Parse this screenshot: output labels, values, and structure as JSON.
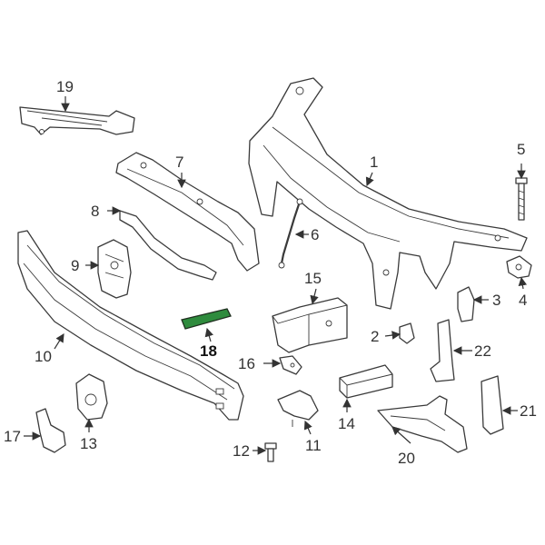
{
  "diagram": {
    "highlight_color": "#2e8b3d",
    "highlighted_part": "18",
    "labels": {
      "p1": "1",
      "p2": "2",
      "p3": "3",
      "p4": "4",
      "p5": "5",
      "p6": "6",
      "p7": "7",
      "p8": "8",
      "p9": "9",
      "p10": "10",
      "p11": "11",
      "p12": "12",
      "p13": "13",
      "p14": "14",
      "p15": "15",
      "p16": "16",
      "p17": "17",
      "p18": "18",
      "p19": "19",
      "p20": "20",
      "p21": "21",
      "p22": "22"
    }
  }
}
